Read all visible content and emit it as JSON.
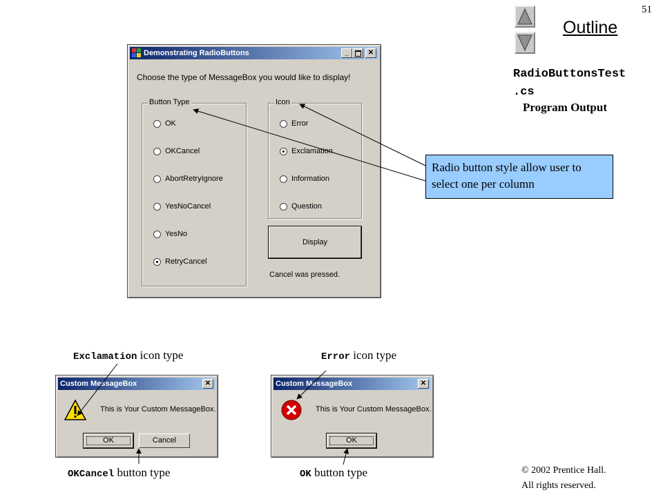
{
  "slide": {
    "page_number": "51",
    "outline_label": "Outline",
    "file_name_line1": "RadioButtonsTest",
    "file_name_line2": ".cs",
    "program_output": "Program Output",
    "callout": "Radio button style allow user to select one per column",
    "copyright_line1": "© 2002 Prentice Hall.",
    "copyright_line2": "All rights reserved."
  },
  "main_window": {
    "title": "Demonstrating RadioButtons",
    "prompt": "Choose the type of MessageBox you would like to display!",
    "button_type_group": {
      "label": "Button Type",
      "options": [
        {
          "label": "OK",
          "selected": false
        },
        {
          "label": "OKCancel",
          "selected": false
        },
        {
          "label": "AbortRetryIgnore",
          "selected": false
        },
        {
          "label": "YesNoCancel",
          "selected": false
        },
        {
          "label": "YesNo",
          "selected": false
        },
        {
          "label": "RetryCancel",
          "selected": true
        }
      ]
    },
    "icon_group": {
      "label": "Icon",
      "options": [
        {
          "label": "Error",
          "selected": false
        },
        {
          "label": "Exclamation",
          "selected": true
        },
        {
          "label": "Information",
          "selected": false
        },
        {
          "label": "Question",
          "selected": false
        }
      ]
    },
    "display_button": "Display",
    "status": "Cancel was pressed."
  },
  "messagebox_exclamation": {
    "title": "Custom MessageBox",
    "message": "This is Your Custom MessageBox.",
    "icon": "warning-icon",
    "ok_label": "OK",
    "cancel_label": "Cancel",
    "icon_caption_code": "Exclamation",
    "icon_caption_text": "icon type",
    "button_caption_code": "OKCancel",
    "button_caption_text": "button type"
  },
  "messagebox_error": {
    "title": "Custom MessageBox",
    "message": "This is Your Custom MessageBox.",
    "icon": "error-icon",
    "ok_label": "OK",
    "icon_caption_code": "Error",
    "icon_caption_text": "icon type",
    "button_caption_code": "OK",
    "button_caption_text": "button type"
  },
  "colors": {
    "callout_fill": "#99ccff",
    "dialog_face": "#d4d0c8",
    "titlebar_start": "#0a246a",
    "titlebar_end": "#a6caf0",
    "error_red": "#d40000",
    "warning_yellow": "#ffdd00"
  }
}
